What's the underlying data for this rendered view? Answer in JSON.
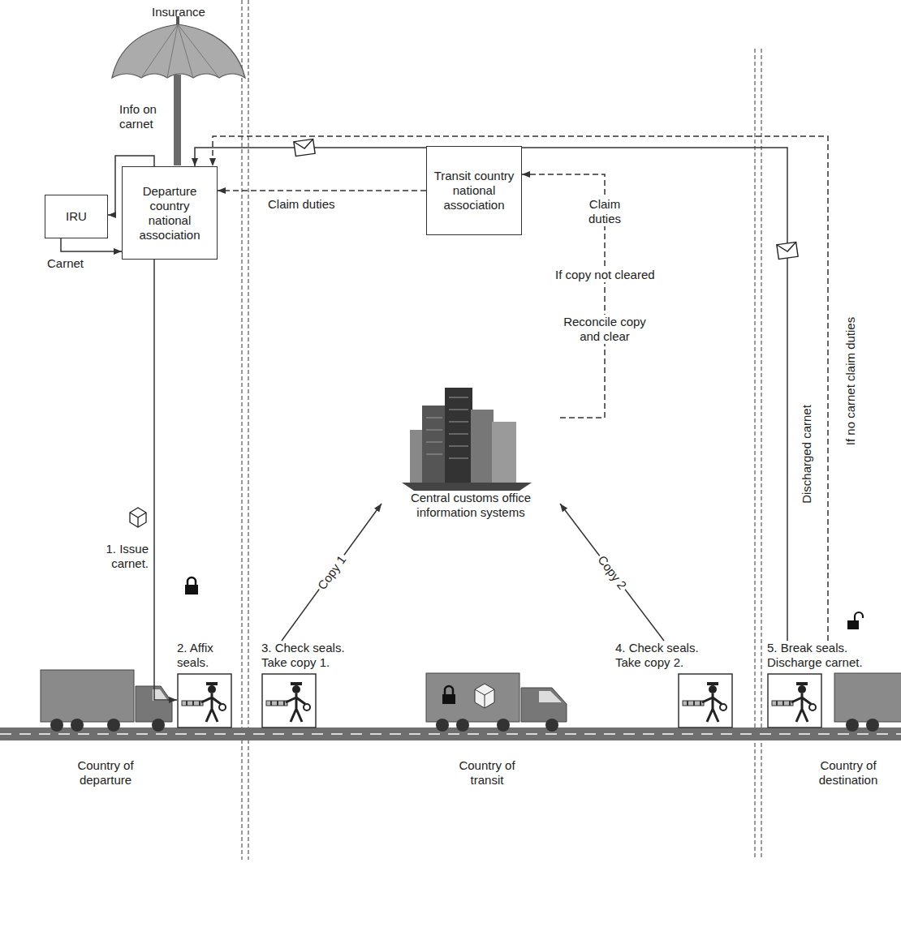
{
  "diagram": {
    "nodes": [
      {
        "text": [
          "IRU"
        ]
      },
      {
        "text": [
          "Departure country national association"
        ]
      },
      {
        "text": [
          "Transit country national association"
        ]
      },
      {
        "text": [
          "Central customs office information systems"
        ]
      },
      {
        "text": [
          "2. Affix seals."
        ]
      },
      {
        "text": [
          "3. Check seals. Take copy 1."
        ]
      },
      {
        "text": [
          "4. Check seals. Take copy 2."
        ]
      },
      {
        "text": [
          "5. Break seals. Discharge carnet."
        ]
      }
    ],
    "edges": [
      {
        "from": 0,
        "to": 1,
        "arrow": "to",
        "label": "Carnet"
      },
      {
        "from": 1,
        "to": 0,
        "arrow": "to",
        "label": "Info on carnet"
      },
      {
        "from": 2,
        "to": 1,
        "arrow": "to",
        "label": "Claim duties"
      },
      {
        "from": 3,
        "to": 2,
        "arrow": "to",
        "label": "Claim duties"
      },
      {
        "from": 1,
        "to": 4,
        "arrow": "to",
        "label": "1. Issue carnet."
      },
      {
        "from": 5,
        "to": 3,
        "arrow": "to",
        "label": "Copy 1"
      },
      {
        "from": 6,
        "to": 3,
        "arrow": "to",
        "label": "Copy 2"
      },
      {
        "from": 7,
        "to": 1,
        "arrow": "to",
        "label": "Discharged carnet"
      },
      {
        "from": 7,
        "to": 1,
        "arrow": "to",
        "label": "If no carnet claim duties"
      }
    ],
    "labels": [
      "Insurance",
      "If copy not cleared",
      "Reconcile copy and clear",
      "Country of departure",
      "Country of transit",
      "Country of destination"
    ]
  }
}
